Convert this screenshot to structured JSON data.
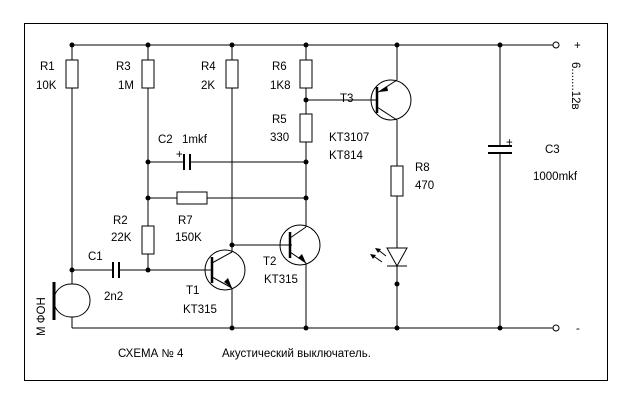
{
  "components": {
    "r1": {
      "name": "R1",
      "value": "10K"
    },
    "r3": {
      "name": "R3",
      "value": "1M"
    },
    "r4": {
      "name": "R4",
      "value": "2K"
    },
    "r6": {
      "name": "R6",
      "value": "1K8"
    },
    "r5": {
      "name": "R5",
      "value": "330"
    },
    "r2": {
      "name": "R2",
      "value": "22K"
    },
    "r7": {
      "name": "R7",
      "value": "150K"
    },
    "r8": {
      "name": "R8",
      "value": "470"
    },
    "c1": {
      "name": "C1",
      "value": "2n2"
    },
    "c2": {
      "name": "C2",
      "value": "1mkf"
    },
    "c3": {
      "name": "C3",
      "value": "1000mkf"
    },
    "t1": {
      "name": "T1",
      "value": "KT315"
    },
    "t2": {
      "name": "T2",
      "value": "KT315"
    },
    "t3": {
      "name": "T3",
      "value1": "KT3107",
      "value2": "KT814"
    },
    "mic": {
      "label": "М ФОН"
    }
  },
  "supply": {
    "plus": "+",
    "minus": "-",
    "voltage": "6.......12в"
  },
  "caption": {
    "scheme": "СХЕМА № 4",
    "title": "Акустический выключатель."
  }
}
